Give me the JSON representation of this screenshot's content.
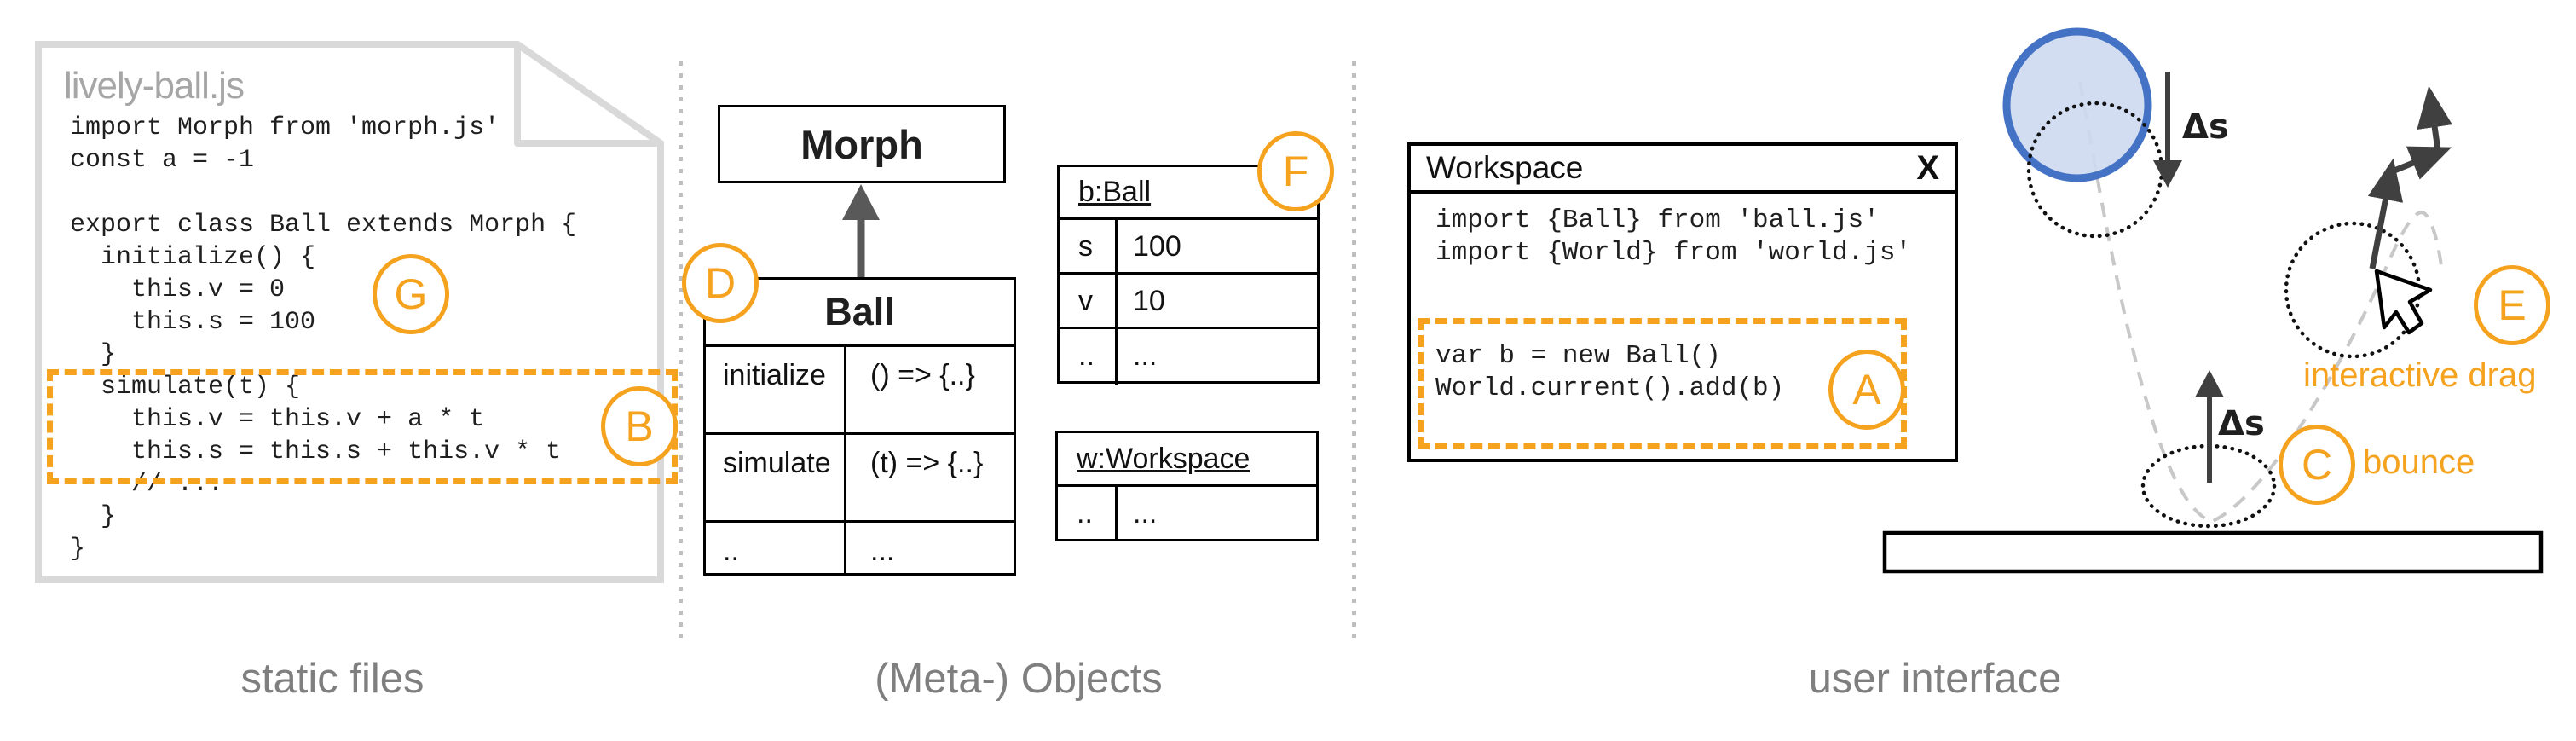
{
  "sections": {
    "static_files": "static files",
    "meta_objects": "(Meta-) Objects",
    "user_interface": "user interface"
  },
  "file": {
    "name": "lively-ball.js",
    "code_lines": [
      "import Morph from 'morph.js'",
      "const a = -1",
      "",
      "export class Ball extends Morph {",
      "  initialize() {",
      "    this.v = 0",
      "    this.s = 100",
      "  }",
      "  simulate(t) {",
      "    this.v = this.v + a * t",
      "    this.s = this.s + this.v * t",
      "    // ...",
      "  }",
      "}"
    ]
  },
  "class_diagram": {
    "parent": "Morph",
    "child": "Ball",
    "rows": [
      {
        "name": "initialize",
        "value": "() => {..}"
      },
      {
        "name": "simulate",
        "value": "(t) => {..}"
      },
      {
        "name": "..",
        "value": "..."
      }
    ]
  },
  "object_tables": {
    "ball": {
      "title": "b:Ball",
      "rows": [
        {
          "k": "s",
          "v": "100"
        },
        {
          "k": "v",
          "v": "10"
        },
        {
          "k": "..",
          "v": "..."
        }
      ]
    },
    "workspace": {
      "title": "w:Workspace",
      "rows": [
        {
          "k": "..",
          "v": "..."
        }
      ]
    }
  },
  "workspace_window": {
    "title": "Workspace",
    "close_label": "X",
    "import_lines": [
      "import {Ball} from 'ball.js'",
      "import {World} from 'world.js'"
    ],
    "command_lines": [
      "var b = new Ball()",
      "World.current().add(b)"
    ]
  },
  "annotations": {
    "a": "A",
    "b": "B",
    "c": "C",
    "d": "D",
    "e": "E",
    "f": "F",
    "g": "G"
  },
  "physics": {
    "delta_s_fall": "Δs",
    "delta_s_bounce": "Δs",
    "bounce_label": "bounce",
    "drag_label": "interactive drag"
  },
  "colors": {
    "orange": "#f5a21e",
    "ball_stroke": "#4472c4",
    "ball_fill": "#cdd9f0",
    "doc_border": "#d9d9d9",
    "dark_arrow": "#404040",
    "section_gray": "#7f7f7f",
    "file_title_gray": "#a6a6a6",
    "trajectory_gray": "#c8c8c8"
  }
}
